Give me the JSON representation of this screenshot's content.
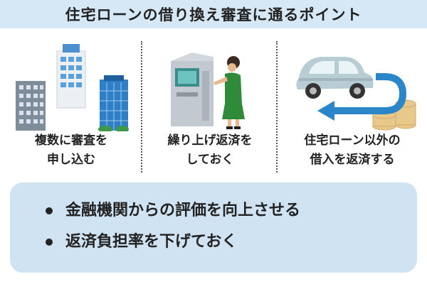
{
  "title": "住宅ローンの借り換え審査に通るポイント",
  "columns": [
    {
      "caption_line1": "複数に審査を",
      "caption_line2": "申し込む",
      "icon": "office-buildings-icon"
    },
    {
      "caption_line1": "繰り上げ返済を",
      "caption_line2": "しておく",
      "icon": "atm-person-icon"
    },
    {
      "caption_line1": "住宅ローン以外の",
      "caption_line2": "借入を返済する",
      "icon": "car-return-coins-icon"
    }
  ],
  "points": [
    "金融機関からの評価を向上させる",
    "返済負担率を下げておく"
  ],
  "colors": {
    "title_bg": "#d6e7f5",
    "box_bg": "#cfe3f3",
    "accent_blue": "#2a86c8",
    "person_green": "#2f8a3a",
    "coin_gold": "#e9c98a"
  }
}
